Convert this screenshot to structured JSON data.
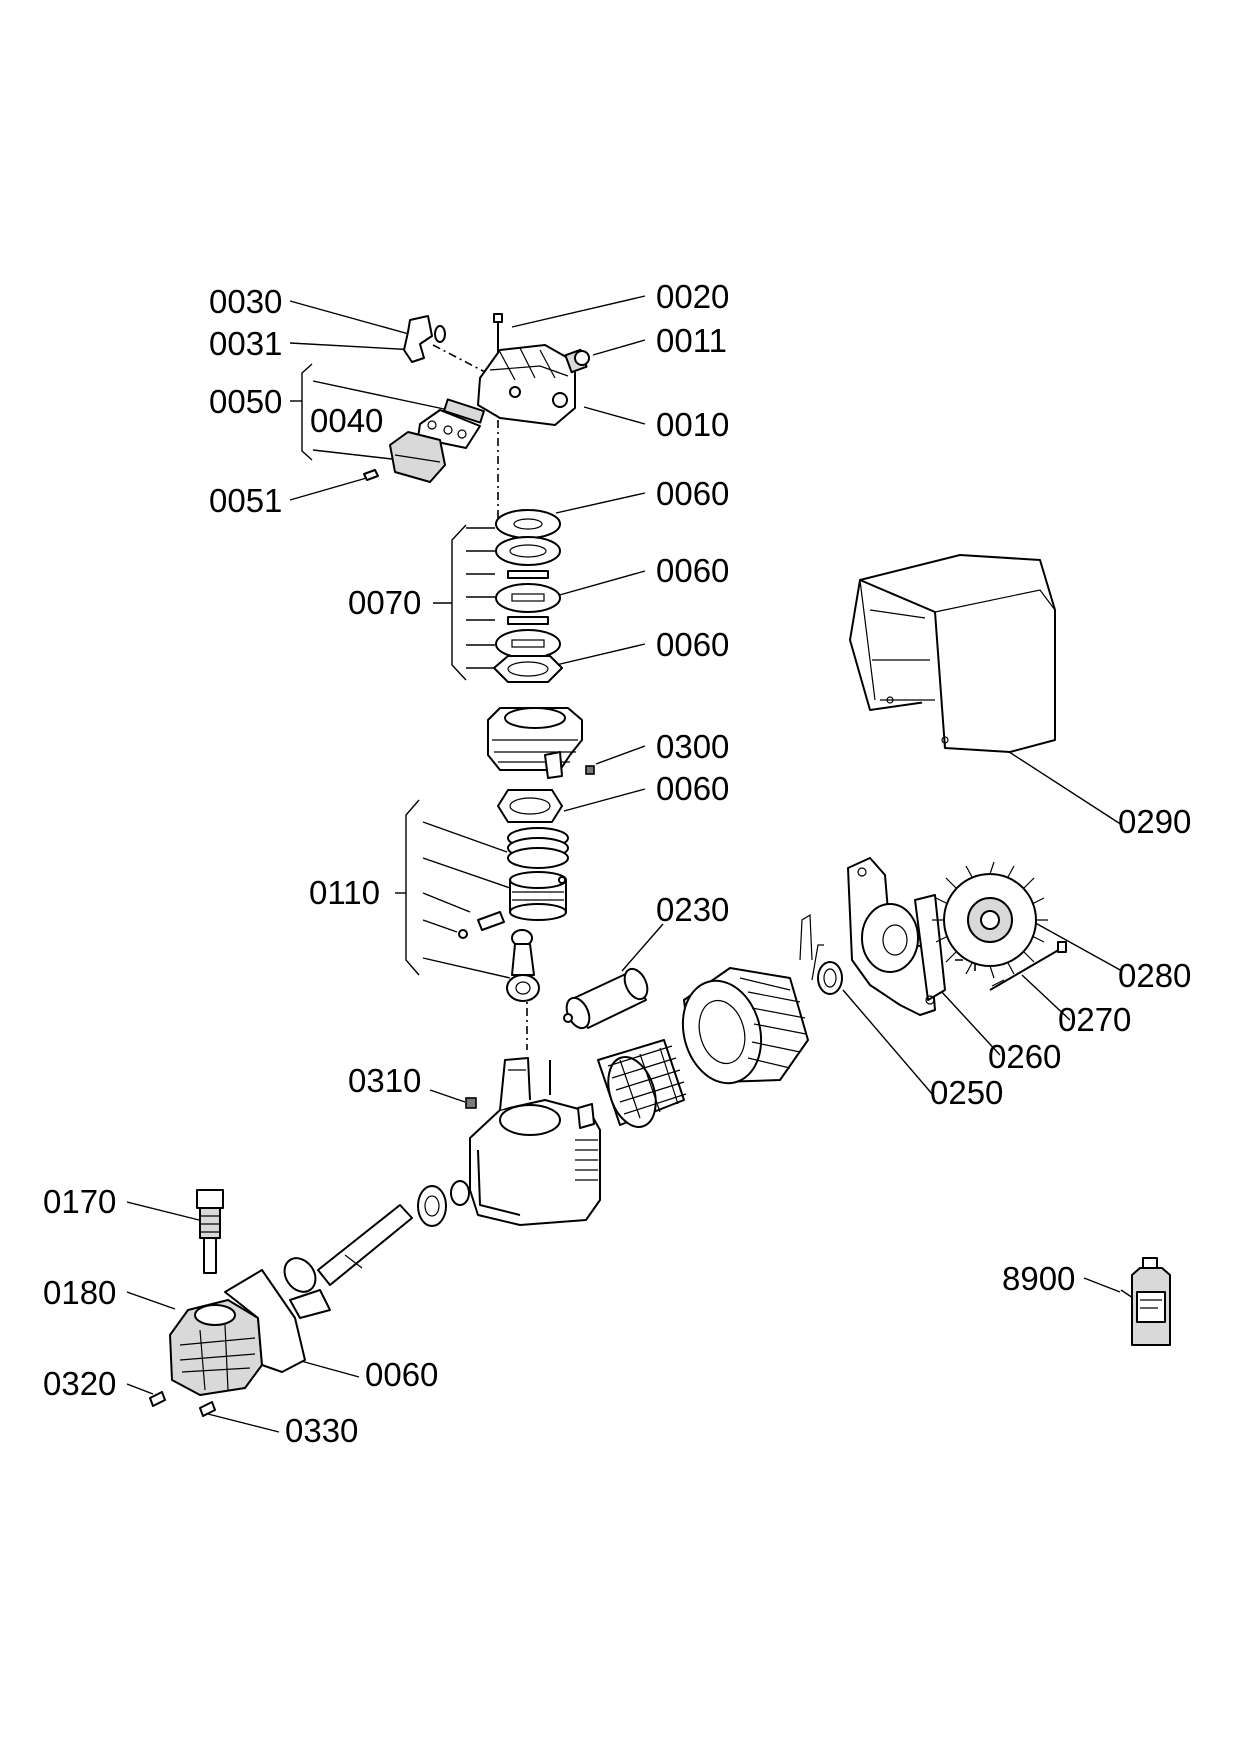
{
  "diagram": {
    "labels": [
      {
        "id": "p0030",
        "text": "0030"
      },
      {
        "id": "p0031",
        "text": "0031"
      },
      {
        "id": "p0050",
        "text": "0050"
      },
      {
        "id": "p0040",
        "text": "0040"
      },
      {
        "id": "p0051",
        "text": "0051"
      },
      {
        "id": "p0020",
        "text": "0020"
      },
      {
        "id": "p0011",
        "text": "0011"
      },
      {
        "id": "p0010",
        "text": "0010"
      },
      {
        "id": "p0060a",
        "text": "0060"
      },
      {
        "id": "p0070",
        "text": "0070"
      },
      {
        "id": "p0060b",
        "text": "0060"
      },
      {
        "id": "p0060c",
        "text": "0060"
      },
      {
        "id": "p0300",
        "text": "0300"
      },
      {
        "id": "p0060d",
        "text": "0060"
      },
      {
        "id": "p0110",
        "text": "0110"
      },
      {
        "id": "p0230",
        "text": "0230"
      },
      {
        "id": "p0290",
        "text": "0290"
      },
      {
        "id": "p0280",
        "text": "0280"
      },
      {
        "id": "p0270",
        "text": "0270"
      },
      {
        "id": "p0260",
        "text": "0260"
      },
      {
        "id": "p0250",
        "text": "0250"
      },
      {
        "id": "p0310",
        "text": "0310"
      },
      {
        "id": "p0170",
        "text": "0170"
      },
      {
        "id": "p0180",
        "text": "0180"
      },
      {
        "id": "p0060e",
        "text": "0060"
      },
      {
        "id": "p0320",
        "text": "0320"
      },
      {
        "id": "p0330",
        "text": "0330"
      },
      {
        "id": "p8900",
        "text": "8900"
      }
    ]
  }
}
